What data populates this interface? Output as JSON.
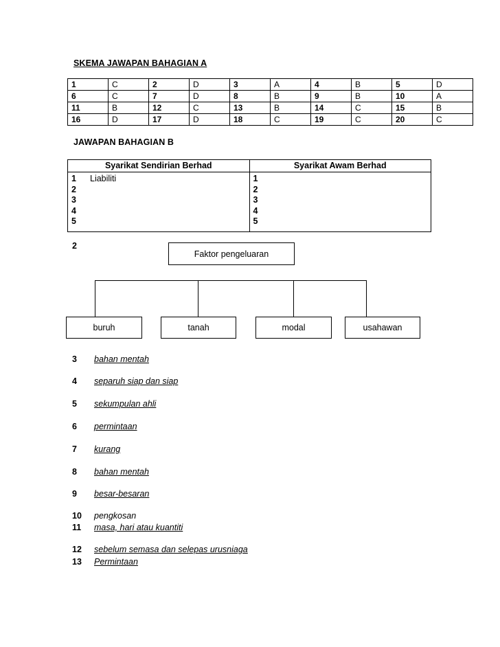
{
  "section_a": {
    "title": "SKEMA JAWAPAN BAHAGIAN A",
    "rows": [
      [
        {
          "num": "1",
          "ans": "C"
        },
        {
          "num": "2",
          "ans": "D"
        },
        {
          "num": "3",
          "ans": "A"
        },
        {
          "num": "4",
          "ans": "B"
        },
        {
          "num": "5",
          "ans": "D"
        }
      ],
      [
        {
          "num": "6",
          "ans": "C"
        },
        {
          "num": "7",
          "ans": "D"
        },
        {
          "num": "8",
          "ans": "B"
        },
        {
          "num": "9",
          "ans": "B"
        },
        {
          "num": "10",
          "ans": "A"
        }
      ],
      [
        {
          "num": "11",
          "ans": "B"
        },
        {
          "num": "12",
          "ans": "C"
        },
        {
          "num": "13",
          "ans": "B"
        },
        {
          "num": "14",
          "ans": "C"
        },
        {
          "num": "15",
          "ans": "B"
        }
      ],
      [
        {
          "num": "16",
          "ans": "D"
        },
        {
          "num": "17",
          "ans": "D"
        },
        {
          "num": "18",
          "ans": "C"
        },
        {
          "num": "19",
          "ans": "C"
        },
        {
          "num": "20",
          "ans": "C"
        }
      ]
    ]
  },
  "section_b": {
    "title": "JAWAPAN BAHAGIAN B",
    "table": {
      "headers": [
        "Syarikat Sendirian Berhad",
        "Syarikat Awam Berhad"
      ],
      "left_rows": [
        {
          "num": "1",
          "value": "Liabiliti"
        },
        {
          "num": "2",
          "value": ""
        },
        {
          "num": "3",
          "value": ""
        },
        {
          "num": "4",
          "value": ""
        },
        {
          "num": "5",
          "value": ""
        }
      ],
      "right_rows": [
        {
          "num": "1",
          "value": ""
        },
        {
          "num": "2",
          "value": ""
        },
        {
          "num": "3",
          "value": ""
        },
        {
          "num": "4",
          "value": ""
        },
        {
          "num": "5",
          "value": ""
        }
      ]
    },
    "diagram": {
      "question_number": "2",
      "parent": "Faktor pengeluaran",
      "children": [
        "buruh",
        "tanah",
        "modal",
        "usahawan"
      ]
    },
    "answers": [
      {
        "num": "3",
        "text": "bahan mentah",
        "underline": true
      },
      {
        "num": "4",
        "text": "separuh siap dan siap",
        "underline": true
      },
      {
        "num": "5",
        "text": "sekumpulan ahli",
        "underline": true
      },
      {
        "num": "6",
        "text": "permintaan",
        "underline": true
      },
      {
        "num": "7",
        "text": "kurang",
        "underline": true
      },
      {
        "num": "8",
        "text": "bahan mentah",
        "underline": true
      },
      {
        "num": "9",
        "text": "besar-besaran",
        "underline": true
      },
      {
        "num": "10",
        "text": "pengkosan",
        "underline": false
      },
      {
        "num": "11",
        "text": "masa, hari atau kuantiti",
        "underline": true
      },
      {
        "num": "12",
        "text": "sebelum semasa dan selepas urusniaga",
        "underline": true
      },
      {
        "num": "13",
        "text": "Permintaan",
        "underline": true
      }
    ]
  }
}
